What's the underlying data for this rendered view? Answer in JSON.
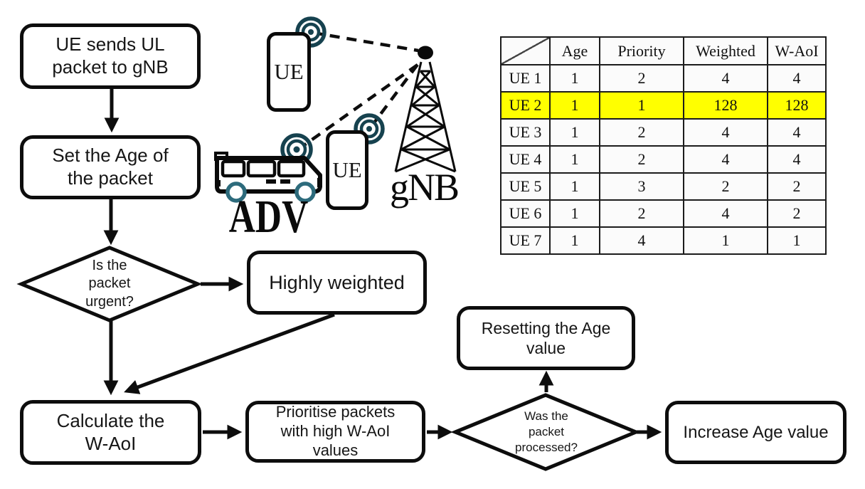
{
  "flowchart": {
    "ue_sends": "UE sends UL\npacket to gNB",
    "set_age": "Set the Age of\nthe packet",
    "is_urgent": "Is the\npacket\nurgent?",
    "highly_weighted": "Highly weighted",
    "calculate": "Calculate the\nW-AoI",
    "prioritise": "Prioritise packets\nwith high W-AoI\nvalues",
    "was_processed": "Was the\npacket\nprocessed?",
    "resetting": "Resetting the Age\nvalue",
    "increase": "Increase Age value"
  },
  "network": {
    "ue1_label": "UE",
    "ue2_label": "UE",
    "gnb_label": "gNB",
    "adv_label": "ADV"
  },
  "table": {
    "headers": {
      "age": "Age",
      "priority": "Priority",
      "weighted": "Weighted",
      "waoi": "W-AoI"
    },
    "rows": [
      {
        "name": "UE 1",
        "age": "1",
        "priority": "2",
        "weighted": "4",
        "waoi": "4"
      },
      {
        "name": "UE 2",
        "age": "1",
        "priority": "1",
        "weighted": "128",
        "waoi": "128"
      },
      {
        "name": "UE 3",
        "age": "1",
        "priority": "2",
        "weighted": "4",
        "waoi": "4"
      },
      {
        "name": "UE 4",
        "age": "1",
        "priority": "2",
        "weighted": "4",
        "waoi": "4"
      },
      {
        "name": "UE 5",
        "age": "1",
        "priority": "3",
        "weighted": "2",
        "waoi": "2"
      },
      {
        "name": "UE 6",
        "age": "1",
        "priority": "2",
        "weighted": "4",
        "waoi": "2"
      },
      {
        "name": "UE 7",
        "age": "1",
        "priority": "4",
        "weighted": "1",
        "waoi": "1"
      }
    ],
    "highlighted_row": "UE 2",
    "highlight_color": "#ffff00"
  },
  "colors": {
    "line": "#0d0d0d",
    "signal": "#16424f",
    "wheel": "#2d6b7c",
    "highlight": "#ffff00"
  }
}
